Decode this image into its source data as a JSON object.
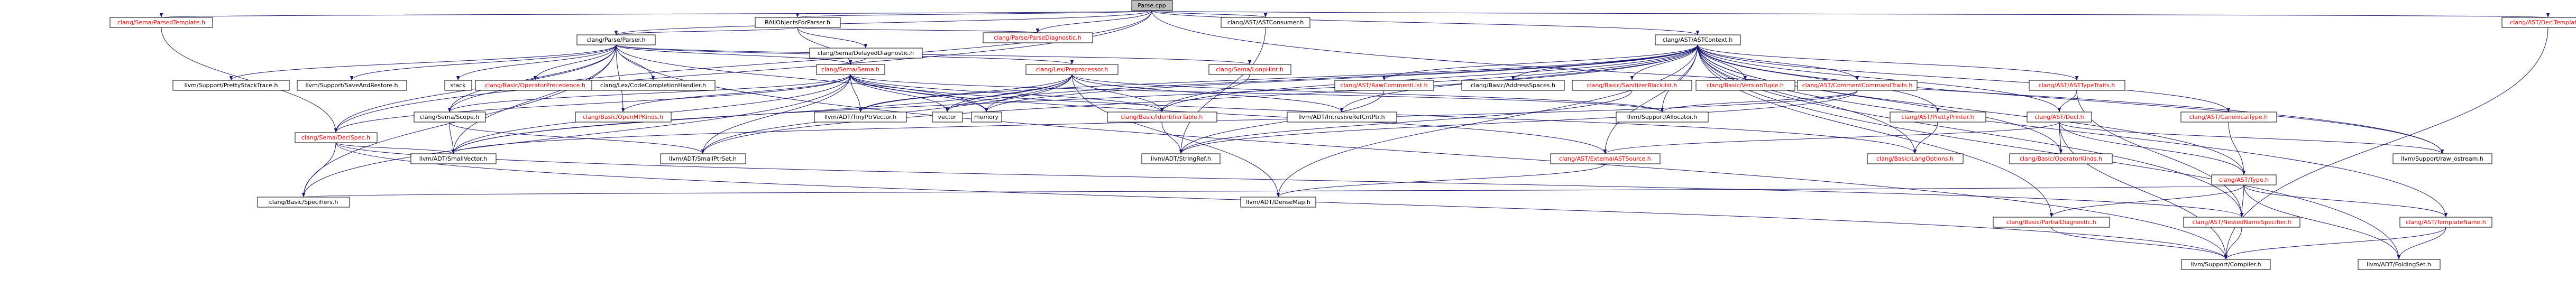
{
  "colors": {
    "root_fill": "#bfbfbf",
    "node_fill": "#ffffff",
    "red_text": "#ff0000",
    "black_text": "#000000",
    "edge": "#191970"
  },
  "nodes": [
    {
      "id": "ParseCpp",
      "label": "Parse.cpp",
      "style": "root"
    },
    {
      "id": "ParsedTemplate",
      "label": "clang/Sema/ParsedTemplate.h",
      "style": "red"
    },
    {
      "id": "RAIIObjects",
      "label": "RAIIObjectsForParser.h",
      "style": "black"
    },
    {
      "id": "ParseDiagnostic",
      "label": "clang/Parse/ParseDiagnostic.h",
      "style": "red"
    },
    {
      "id": "ASTConsumer",
      "label": "clang/AST/ASTConsumer.h",
      "style": "black"
    },
    {
      "id": "ASTContext",
      "label": "clang/AST/ASTContext.h",
      "style": "black"
    },
    {
      "id": "DeclTemplate",
      "label": "clang/AST/DeclTemplate.h",
      "style": "red"
    },
    {
      "id": "Parser",
      "label": "clang/Parse/Parser.h",
      "style": "black"
    },
    {
      "id": "DelayedDiagnostic",
      "label": "clang/Sema/DelayedDiagnostic.h",
      "style": "black"
    },
    {
      "id": "PrettyStackTrace",
      "label": "llvm/Support/PrettyStackTrace.h",
      "style": "black"
    },
    {
      "id": "SaveAndRestore",
      "label": "llvm/Support/SaveAndRestore.h",
      "style": "black"
    },
    {
      "id": "stack",
      "label": "stack",
      "style": "black"
    },
    {
      "id": "OperatorPrecedence",
      "label": "clang/Basic/OperatorPrecedence.h",
      "style": "red"
    },
    {
      "id": "CodeCompletionHandler",
      "label": "clang/Lex/CodeCompletionHandler.h",
      "style": "black"
    },
    {
      "id": "Sema",
      "label": "clang/Sema/Sema.h",
      "style": "red"
    },
    {
      "id": "Preprocessor",
      "label": "clang/Lex/Preprocessor.h",
      "style": "red"
    },
    {
      "id": "LoopHint",
      "label": "clang/Sema/LoopHint.h",
      "style": "red"
    },
    {
      "id": "RawCommentList",
      "label": "clang/AST/RawCommentList.h",
      "style": "red"
    },
    {
      "id": "AddressSpaces",
      "label": "clang/Basic/AddressSpaces.h",
      "style": "black"
    },
    {
      "id": "SanitizerBlacklist",
      "label": "clang/Basic/SanitizerBlacklist.h",
      "style": "red"
    },
    {
      "id": "VersionTuple",
      "label": "clang/Basic/VersionTuple.h",
      "style": "red"
    },
    {
      "id": "CommentCommandTraits",
      "label": "clang/AST/CommentCommandTraits.h",
      "style": "red"
    },
    {
      "id": "ASTTypeTraits",
      "label": "clang/AST/ASTTypeTraits.h",
      "style": "red"
    },
    {
      "id": "DeclSpec",
      "label": "clang/Sema/DeclSpec.h",
      "style": "red"
    },
    {
      "id": "Scope",
      "label": "clang/Sema/Scope.h",
      "style": "black"
    },
    {
      "id": "OpenMPKinds",
      "label": "clang/Basic/OpenMPKinds.h",
      "style": "red"
    },
    {
      "id": "TinyPtrVector",
      "label": "llvm/ADT/TinyPtrVector.h",
      "style": "black"
    },
    {
      "id": "vector",
      "label": "vector",
      "style": "black"
    },
    {
      "id": "memory",
      "label": "memory",
      "style": "black"
    },
    {
      "id": "IdentifierTable",
      "label": "clang/Basic/IdentifierTable.h",
      "style": "red"
    },
    {
      "id": "IntrusiveRefCntPtr",
      "label": "llvm/ADT/IntrusiveRefCntPtr.h",
      "style": "black"
    },
    {
      "id": "Allocator",
      "label": "llvm/Support/Allocator.h",
      "style": "black"
    },
    {
      "id": "PrettyPrinter",
      "label": "clang/AST/PrettyPrinter.h",
      "style": "red"
    },
    {
      "id": "Decl",
      "label": "clang/AST/Decl.h",
      "style": "red"
    },
    {
      "id": "CanonicalType",
      "label": "clang/AST/CanonicalType.h",
      "style": "red"
    },
    {
      "id": "SmallVector",
      "label": "llvm/ADT/SmallVector.h",
      "style": "black"
    },
    {
      "id": "SmallPtrSet",
      "label": "llvm/ADT/SmallPtrSet.h",
      "style": "black"
    },
    {
      "id": "StringRef",
      "label": "llvm/ADT/StringRef.h",
      "style": "black"
    },
    {
      "id": "ExternalASTSource",
      "label": "clang/AST/ExternalASTSource.h",
      "style": "red"
    },
    {
      "id": "LangOptions",
      "label": "clang/Basic/LangOptions.h",
      "style": "red"
    },
    {
      "id": "OperatorKinds",
      "label": "clang/Basic/OperatorKinds.h",
      "style": "red"
    },
    {
      "id": "rawOstream",
      "label": "llvm/Support/raw_ostream.h",
      "style": "black"
    },
    {
      "id": "Type",
      "label": "clang/AST/Type.h",
      "style": "red"
    },
    {
      "id": "Specifiers",
      "label": "clang/Basic/Specifiers.h",
      "style": "black"
    },
    {
      "id": "DenseMap",
      "label": "llvm/ADT/DenseMap.h",
      "style": "black"
    },
    {
      "id": "PartialDiagnostic",
      "label": "clang/Basic/PartialDiagnostic.h",
      "style": "red"
    },
    {
      "id": "NestedNameSpecifier",
      "label": "clang/AST/NestedNameSpecifier.h",
      "style": "red"
    },
    {
      "id": "TemplateName",
      "label": "clang/AST/TemplateName.h",
      "style": "red"
    },
    {
      "id": "Compiler",
      "label": "llvm/Support/Compiler.h",
      "style": "black"
    },
    {
      "id": "FoldingSet",
      "label": "llvm/ADT/FoldingSet.h",
      "style": "black"
    }
  ],
  "edges": [
    [
      "ParseCpp",
      "ParsedTemplate"
    ],
    [
      "ParseCpp",
      "RAIIObjects"
    ],
    [
      "ParseCpp",
      "ParseDiagnostic"
    ],
    [
      "ParseCpp",
      "ASTConsumer"
    ],
    [
      "ParseCpp",
      "ASTContext"
    ],
    [
      "ParseCpp",
      "DeclTemplate"
    ],
    [
      "ParseCpp",
      "Parser"
    ],
    [
      "ParseCpp",
      "DeclSpec"
    ],
    [
      "ParseCpp",
      "Scope"
    ],
    [
      "ParseCpp",
      "rawOstream"
    ],
    [
      "ParsedTemplate",
      "DeclSpec"
    ],
    [
      "RAIIObjects",
      "Parser"
    ],
    [
      "RAIIObjects",
      "DelayedDiagnostic"
    ],
    [
      "RAIIObjects",
      "ParseDiagnostic"
    ],
    [
      "RAIIObjects",
      "Sema"
    ],
    [
      "Parser",
      "PrettyStackTrace"
    ],
    [
      "Parser",
      "SaveAndRestore"
    ],
    [
      "Parser",
      "stack"
    ],
    [
      "Parser",
      "OperatorPrecedence"
    ],
    [
      "Parser",
      "CodeCompletionHandler"
    ],
    [
      "Parser",
      "Sema"
    ],
    [
      "Parser",
      "Preprocessor"
    ],
    [
      "Parser",
      "LoopHint"
    ],
    [
      "Parser",
      "DeclSpec"
    ],
    [
      "Parser",
      "Scope"
    ],
    [
      "Parser",
      "OpenMPKinds"
    ],
    [
      "Parser",
      "memory"
    ],
    [
      "Parser",
      "Specifiers"
    ],
    [
      "Parser",
      "SmallVector"
    ],
    [
      "Parser",
      "Compiler"
    ],
    [
      "DelayedDiagnostic",
      "Sema"
    ],
    [
      "Sema",
      "DeclSpec"
    ],
    [
      "Sema",
      "Scope"
    ],
    [
      "Sema",
      "OpenMPKinds"
    ],
    [
      "Sema",
      "TinyPtrVector"
    ],
    [
      "Sema",
      "vector"
    ],
    [
      "Sema",
      "memory"
    ],
    [
      "Sema",
      "Allocator"
    ],
    [
      "Sema",
      "SmallVector"
    ],
    [
      "Sema",
      "SmallPtrSet"
    ],
    [
      "Sema",
      "ExternalASTSource"
    ],
    [
      "Sema",
      "Specifiers"
    ],
    [
      "Sema",
      "IdentifierTable"
    ],
    [
      "Sema",
      "LangOptions"
    ],
    [
      "Preprocessor",
      "IdentifierTable"
    ],
    [
      "Preprocessor",
      "IntrusiveRefCntPtr"
    ],
    [
      "Preprocessor",
      "vector"
    ],
    [
      "Preprocessor",
      "memory"
    ],
    [
      "Preprocessor",
      "Allocator"
    ],
    [
      "Preprocessor",
      "SmallVector"
    ],
    [
      "Preprocessor",
      "SmallPtrSet"
    ],
    [
      "Preprocessor",
      "DenseMap"
    ],
    [
      "Preprocessor",
      "TinyPtrVector"
    ],
    [
      "LoopHint",
      "IdentifierTable"
    ],
    [
      "ASTConsumer",
      "StringRef"
    ],
    [
      "ASTContext",
      "RawCommentList"
    ],
    [
      "ASTContext",
      "AddressSpaces"
    ],
    [
      "ASTContext",
      "SanitizerBlacklist"
    ],
    [
      "ASTContext",
      "VersionTuple"
    ],
    [
      "ASTContext",
      "CommentCommandTraits"
    ],
    [
      "ASTContext",
      "ASTTypeTraits"
    ],
    [
      "ASTContext",
      "PrettyPrinter"
    ],
    [
      "ASTContext",
      "Decl"
    ],
    [
      "ASTContext",
      "CanonicalType"
    ],
    [
      "ASTContext",
      "TinyPtrVector"
    ],
    [
      "ASTContext",
      "vector"
    ],
    [
      "ASTContext",
      "memory"
    ],
    [
      "ASTContext",
      "IdentifierTable"
    ],
    [
      "ASTContext",
      "IntrusiveRefCntPtr"
    ],
    [
      "ASTContext",
      "Allocator"
    ],
    [
      "ASTContext",
      "SmallVector"
    ],
    [
      "ASTContext",
      "SmallPtrSet"
    ],
    [
      "ASTContext",
      "ExternalASTSource"
    ],
    [
      "ASTContext",
      "LangOptions"
    ],
    [
      "ASTContext",
      "OperatorKinds"
    ],
    [
      "ASTContext",
      "rawOstream"
    ],
    [
      "ASTContext",
      "DenseMap"
    ],
    [
      "ASTContext",
      "PartialDiagnostic"
    ],
    [
      "ASTContext",
      "NestedNameSpecifier"
    ],
    [
      "ASTContext",
      "TemplateName"
    ],
    [
      "ASTContext",
      "FoldingSet"
    ],
    [
      "ASTContext",
      "Type"
    ],
    [
      "RawCommentList",
      "StringRef"
    ],
    [
      "SanitizerBlacklist",
      "StringRef"
    ],
    [
      "CommentCommandTraits",
      "Allocator"
    ],
    [
      "CommentCommandTraits",
      "SmallVector"
    ],
    [
      "CommentCommandTraits",
      "StringRef"
    ],
    [
      "ASTTypeTraits",
      "Decl"
    ],
    [
      "ASTTypeTraits",
      "NestedNameSpecifier"
    ],
    [
      "PrettyPrinter",
      "LangOptions"
    ],
    [
      "Decl",
      "ExternalASTSource"
    ],
    [
      "Decl",
      "OperatorKinds"
    ],
    [
      "Decl",
      "rawOstream"
    ],
    [
      "Decl",
      "Type"
    ],
    [
      "Decl",
      "Compiler"
    ],
    [
      "CanonicalType",
      "Type"
    ],
    [
      "DeclSpec",
      "Specifiers"
    ],
    [
      "DeclSpec",
      "SmallVector"
    ],
    [
      "DeclSpec",
      "Compiler"
    ],
    [
      "DeclSpec",
      "NestedNameSpecifier"
    ],
    [
      "Scope",
      "SmallVector"
    ],
    [
      "Scope",
      "SmallPtrSet"
    ],
    [
      "IdentifierTable",
      "StringRef"
    ],
    [
      "ExternalASTSource",
      "DenseMap"
    ],
    [
      "Type",
      "Specifiers"
    ],
    [
      "Type",
      "PartialDiagnostic"
    ],
    [
      "Type",
      "NestedNameSpecifier"
    ],
    [
      "Type",
      "TemplateName"
    ],
    [
      "Type",
      "FoldingSet"
    ],
    [
      "PartialDiagnostic",
      "Compiler"
    ],
    [
      "NestedNameSpecifier",
      "Compiler"
    ],
    [
      "TemplateName",
      "FoldingSet"
    ],
    [
      "TemplateName",
      "Compiler"
    ],
    [
      "DeclTemplate",
      "Compiler"
    ]
  ]
}
